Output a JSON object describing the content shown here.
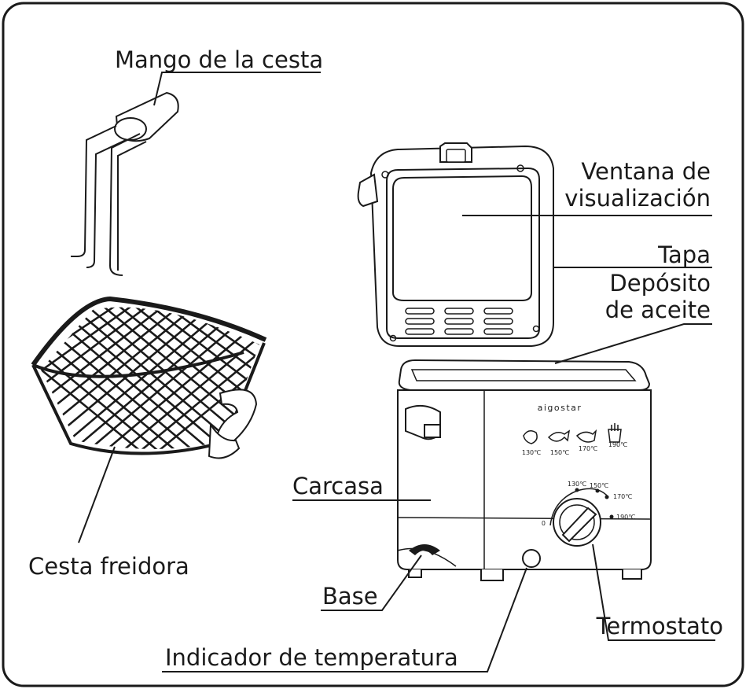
{
  "labels": {
    "basket_handle": "Mango de la cesta",
    "viewing_window_line1": "Ventana de",
    "viewing_window_line2": "visualización",
    "lid": "Tapa",
    "oil_tank_line1": "Depósito",
    "oil_tank_line2": "de aceite",
    "housing": "Carcasa",
    "frying_basket": "Cesta freidora",
    "base": "Base",
    "thermostat": "Termostato",
    "temperature_indicator": "Indicador de temperatura"
  },
  "appliance": {
    "brand": "aigostar",
    "presets": [
      "130℃",
      "150℃",
      "170℃",
      "190℃"
    ],
    "dial_marks": [
      "0",
      "130℃",
      "150℃",
      "170℃",
      "190℃"
    ]
  }
}
